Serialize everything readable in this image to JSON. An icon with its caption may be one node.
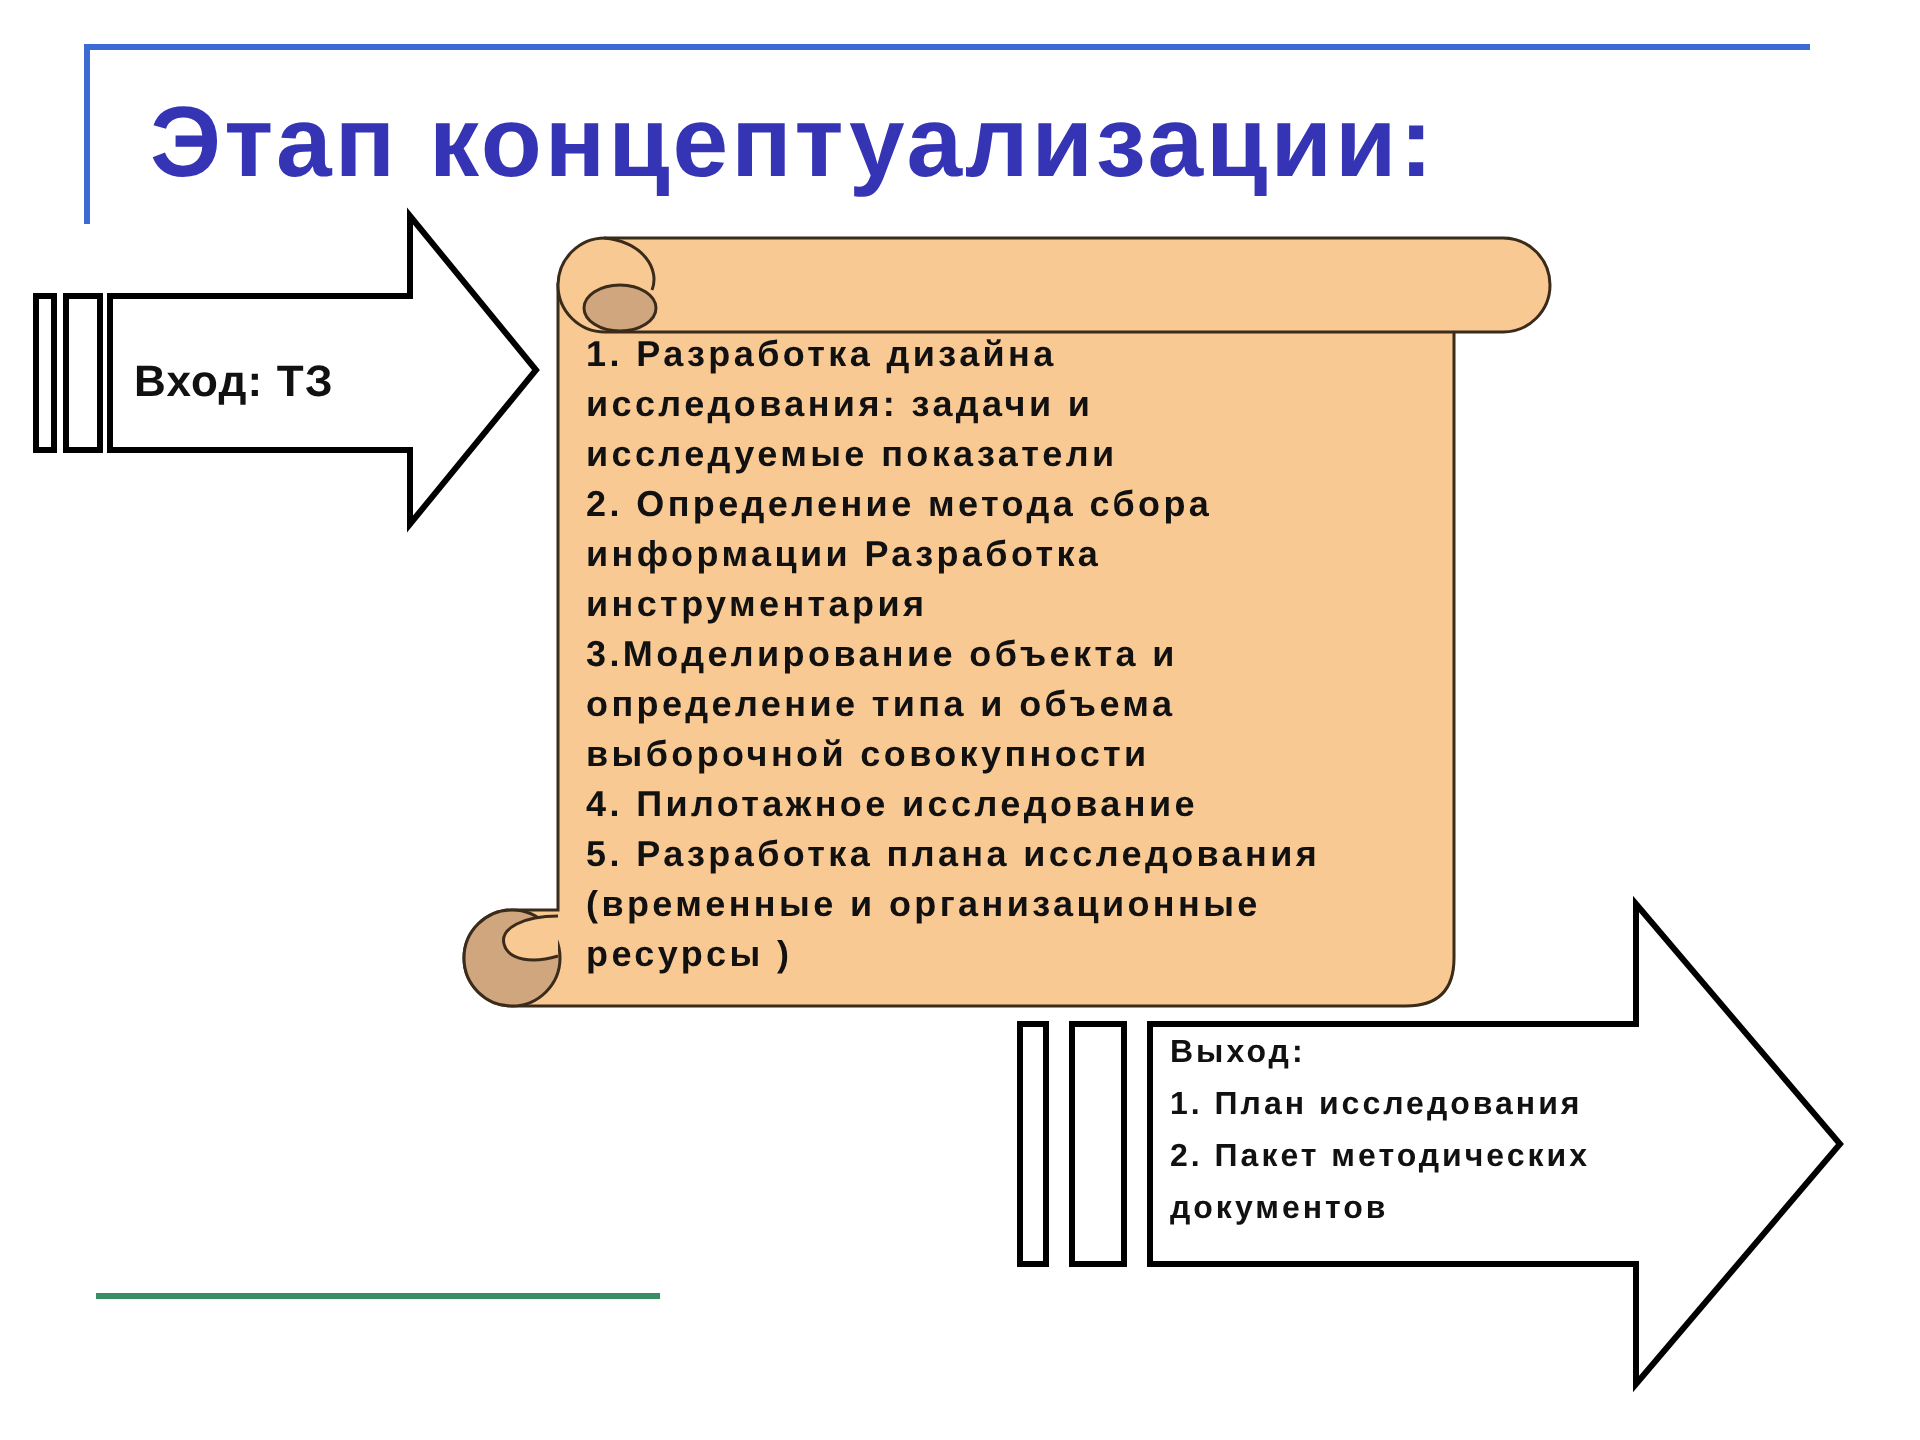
{
  "diagram": {
    "title": "Этап концептуализации:",
    "nodes": [
      {
        "text": [
          "Вход: ТЗ"
        ]
      },
      {
        "text": [
          "1. Разработка дизайна исследования: задачи и исследуемые показатели",
          "2. Определение метода сбора информации Разработка инструментария",
          "3.Моделирование объекта и определение типа и объема выборочной совокупности",
          "4. Пилотажное исследование",
          "5. Разработка плана исследования (временные и организационные ресурсы )"
        ]
      },
      {
        "text": [
          "Выход:",
          "1. План исследования",
          "2. Пакет методических документов"
        ]
      }
    ]
  }
}
